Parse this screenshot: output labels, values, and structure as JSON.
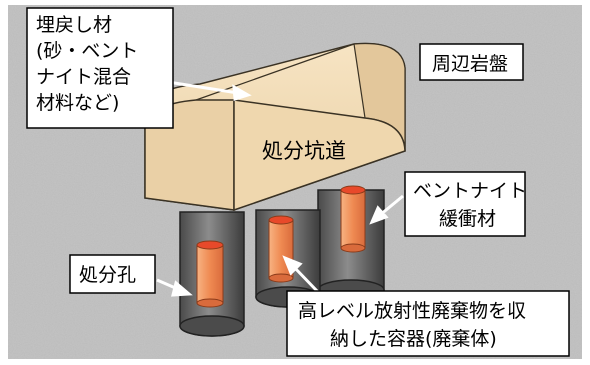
{
  "labels": {
    "backfill": [
      "埋戻し材",
      "(砂・ベント",
      "ナイト混合",
      "材料など)"
    ],
    "host_rock": "周辺岩盤",
    "tunnel": "処分坑道",
    "buffer": [
      "ベントナイト",
      "緩衝材"
    ],
    "hole": "処分孔",
    "container": [
      "高レベル放射性廃棄物を収",
      "納した容器(廃棄体)"
    ]
  },
  "colors": {
    "rock_base": "#b9b9b9",
    "tunnel_top": "#f4dcb2",
    "tunnel_front": "#ead0a6",
    "tunnel_stroke": "#3a3224",
    "hole_body": "#6f6f6f",
    "hole_top": "#4b4b4b",
    "canister_red": "#e8492a",
    "canister_orange": "#f0955f",
    "label_box": "#ffffff",
    "leader": "#ffffff"
  }
}
